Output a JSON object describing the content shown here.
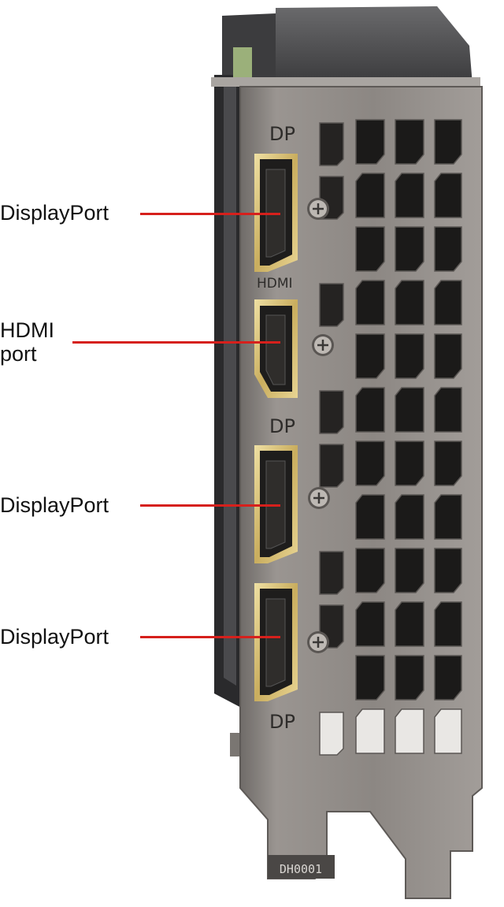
{
  "callouts": [
    {
      "label": "DisplayPort"
    },
    {
      "label": "HDMI\nport"
    },
    {
      "label": "DisplayPort"
    },
    {
      "label": "DisplayPort"
    }
  ],
  "bracket_marks": {
    "dp_top": "DP",
    "hdmi": "HDMI",
    "dp_mid": "DP",
    "dp_bottom": "DP",
    "part_code": "DH0001"
  },
  "colors": {
    "callout_line": "#d6201c",
    "bracket_metal": "#8f8a86",
    "port_gold": "#d8c27a",
    "cooler_dark": "#2c2c2e"
  }
}
